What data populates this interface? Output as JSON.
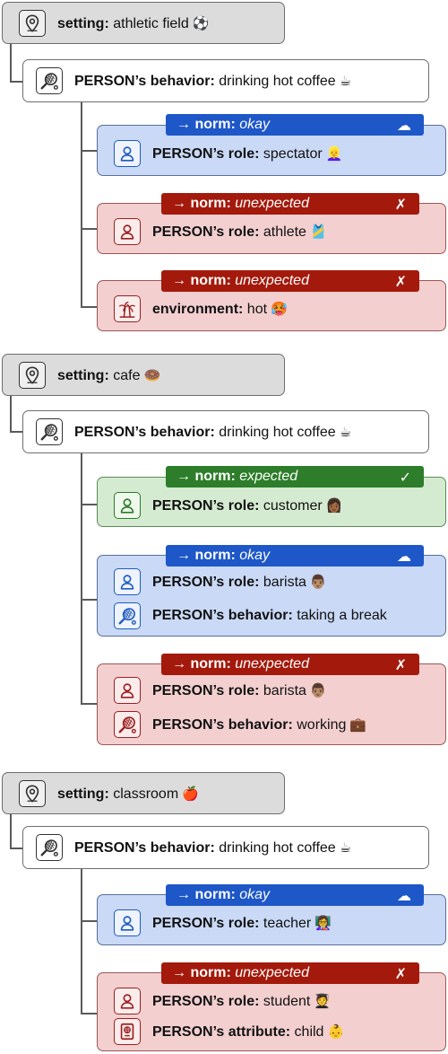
{
  "section_1": {
    "setting": {
      "key": "setting:",
      "value": "athletic field",
      "emoji": "⚽"
    },
    "behavior": {
      "key": "PERSON’s behavior:",
      "value": "drinking hot coffee",
      "emoji": "☕"
    },
    "groups": [
      {
        "norm_prefix": "→ norm:",
        "norm_value": "okay",
        "mark": "☁",
        "rows": [
          {
            "key": "PERSON’s role:",
            "value": "spectator",
            "emoji": "👱‍♀️"
          }
        ]
      },
      {
        "norm_prefix": "→ norm:",
        "norm_value": "unexpected",
        "mark": "✗",
        "rows": [
          {
            "key": "PERSON’s role:",
            "value": "athlete",
            "emoji": "🎽"
          }
        ]
      },
      {
        "norm_prefix": "→ norm:",
        "norm_value": "unexpected",
        "mark": "✗",
        "rows": [
          {
            "key": "environment:",
            "value": "hot",
            "emoji": "🥵"
          }
        ]
      }
    ]
  },
  "section_2": {
    "setting": {
      "key": "setting:",
      "value": "cafe",
      "emoji": "🍩"
    },
    "behavior": {
      "key": "PERSON’s behavior:",
      "value": "drinking hot coffee",
      "emoji": "☕"
    },
    "groups": [
      {
        "norm_prefix": "→ norm:",
        "norm_value": "expected",
        "mark": "✓",
        "rows": [
          {
            "key": "PERSON’s role:",
            "value": "customer",
            "emoji": "👩🏾"
          }
        ]
      },
      {
        "norm_prefix": "→ norm:",
        "norm_value": "okay",
        "mark": "☁",
        "rows": [
          {
            "key": "PERSON’s role:",
            "value": "barista",
            "emoji": "👨🏽"
          },
          {
            "key": "PERSON’s behavior:",
            "value": "taking a break",
            "emoji": ""
          }
        ]
      },
      {
        "norm_prefix": "→ norm:",
        "norm_value": "unexpected",
        "mark": "✗",
        "rows": [
          {
            "key": "PERSON’s role:",
            "value": "barista",
            "emoji": "👨🏽"
          },
          {
            "key": "PERSON’s behavior:",
            "value": "working",
            "emoji": "💼"
          }
        ]
      }
    ]
  },
  "section_3": {
    "setting": {
      "key": "setting:",
      "value": "classroom",
      "emoji": "🍎"
    },
    "behavior": {
      "key": "PERSON’s behavior:",
      "value": "drinking hot coffee",
      "emoji": "☕"
    },
    "groups": [
      {
        "norm_prefix": "→ norm:",
        "norm_value": "okay",
        "mark": "☁",
        "rows": [
          {
            "key": "PERSON’s role:",
            "value": "teacher",
            "emoji": "👩‍🏫"
          }
        ]
      },
      {
        "norm_prefix": "→ norm:",
        "norm_value": "unexpected",
        "mark": "✗",
        "rows": [
          {
            "key": "PERSON’s role:",
            "value": "student",
            "emoji": "🧑‍🎓"
          },
          {
            "key": "PERSON’s attribute:",
            "value": "child",
            "emoji": "👶"
          }
        ]
      }
    ]
  },
  "colors": {
    "okay": "#1e57c7",
    "unexpected": "#a31a0c",
    "expected": "#2d7d2a"
  }
}
